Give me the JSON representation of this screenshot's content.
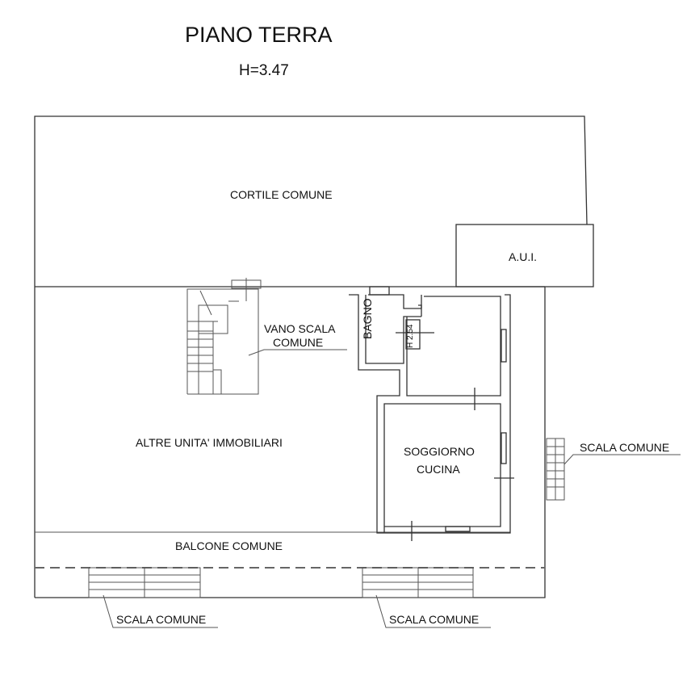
{
  "header": {
    "title": "PIANO TERRA",
    "height": "H=3.47"
  },
  "rooms": {
    "cortile": "CORTILE COMUNE",
    "aui": "A.U.I.",
    "vano_scala_1": "VANO SCALA",
    "vano_scala_2": "COMUNE",
    "bagno": "BAGNO",
    "bagno_height": "H 2.54",
    "altre": "ALTRE UNITA' IMMOBILIARI",
    "soggiorno_1": "SOGGIORNO",
    "soggiorno_2": "CUCINA",
    "balcone": "BALCONE COMUNE",
    "scala_right": "SCALA COMUNE",
    "scala_bottom_left": "SCALA COMUNE",
    "scala_bottom_right": "SCALA COMUNE"
  }
}
